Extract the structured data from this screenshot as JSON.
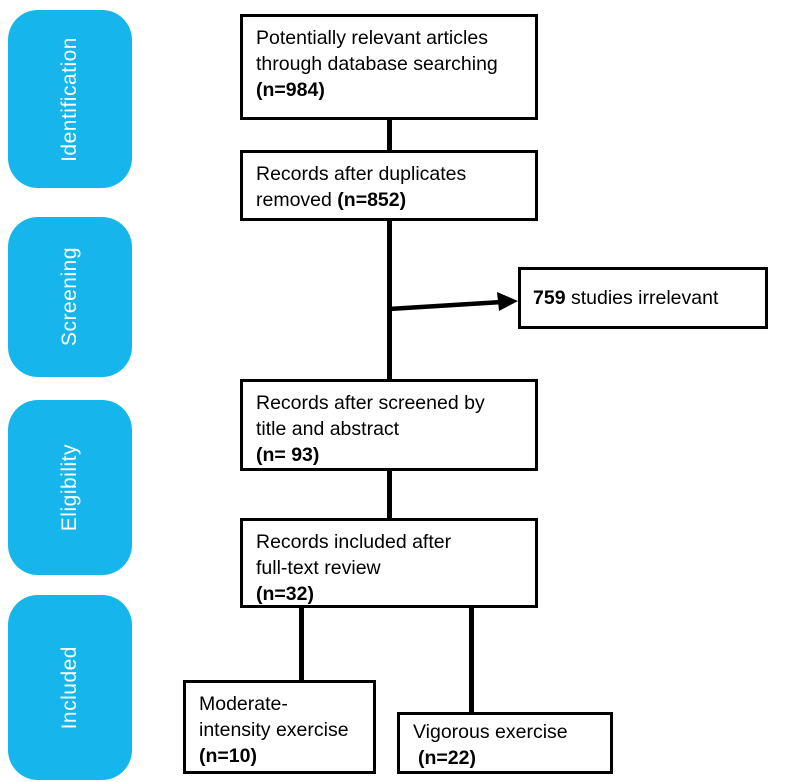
{
  "colors": {
    "stage_fill": "#16B5EC",
    "stage_text": "#FFFFFF",
    "line_color": "#000000",
    "background": "#FFFFFF"
  },
  "sidebar": {
    "items": [
      {
        "label": "Identification"
      },
      {
        "label": "Screening"
      },
      {
        "label": "Eligibility"
      },
      {
        "label": "Included"
      }
    ]
  },
  "flow": {
    "database_search": {
      "line1": "Potentially relevant articles",
      "line2": "through database searching",
      "line3": "(n=984)"
    },
    "duplicates_removed": {
      "line1": "Records after duplicates",
      "line2_text": "removed ",
      "line2_n": "(n=852)"
    },
    "irrelevant": {
      "count": "759",
      "text": " studies irrelevant"
    },
    "screened": {
      "line1": "Records after screened by",
      "line2": "title and abstract",
      "line3": "(n= 93)"
    },
    "fulltext": {
      "line1": "Records included after",
      "line2": "full-text review",
      "line3": "(n=32)"
    },
    "moderate": {
      "line1": "Moderate-",
      "line2": "intensity exercise",
      "line3": "(n=10)"
    },
    "vigorous": {
      "line1": "Vigorous exercise",
      "line2": "(n=22)"
    }
  }
}
